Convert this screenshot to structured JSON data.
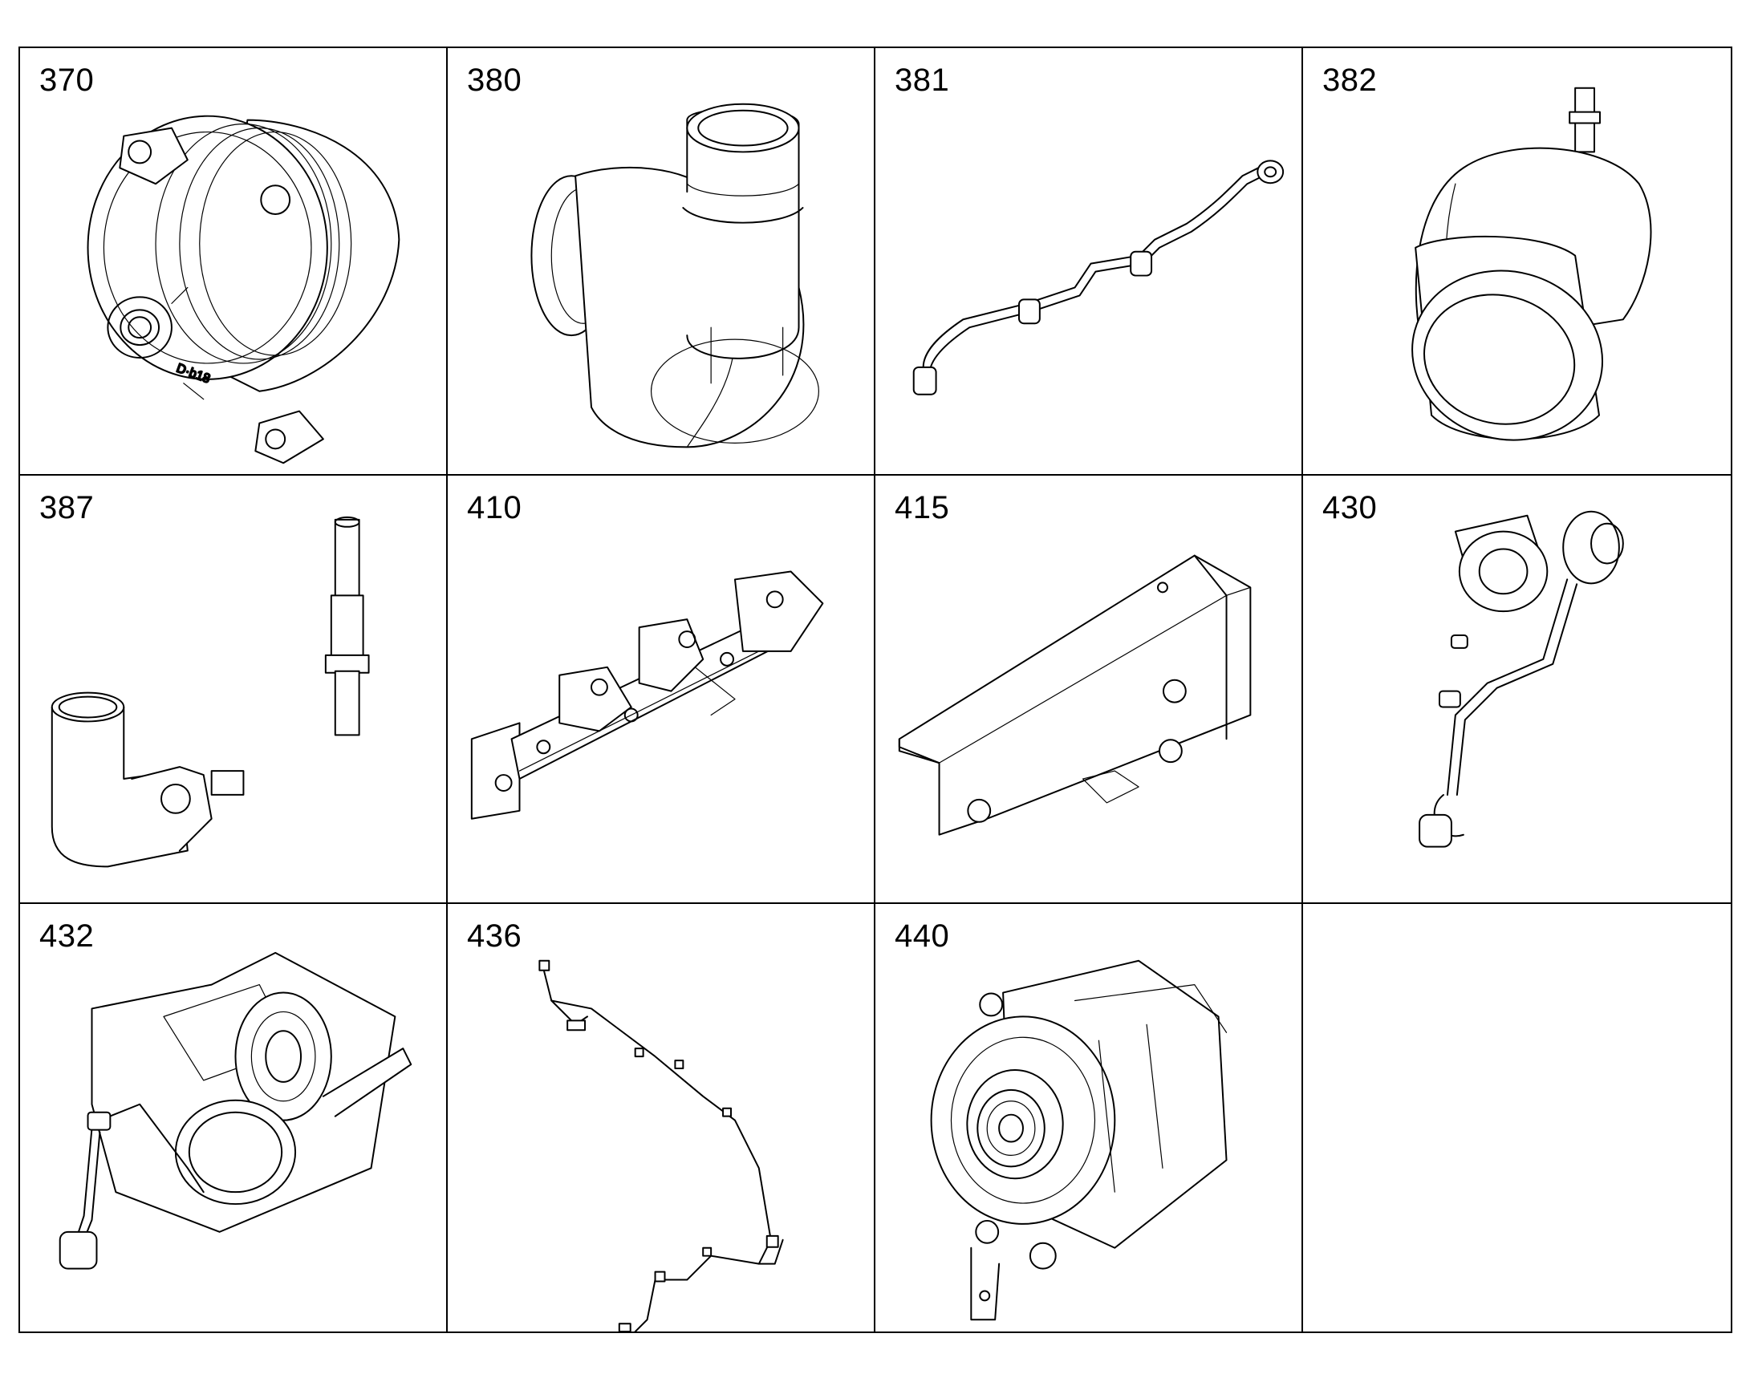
{
  "parts": [
    {
      "number": "370",
      "icon": "water-pump-icon"
    },
    {
      "number": "380",
      "icon": "turbo-outlet-elbow-icon"
    },
    {
      "number": "381",
      "icon": "nozzle-pipe-icon"
    },
    {
      "number": "382",
      "icon": "pipe-elbow-icon"
    },
    {
      "number": "387",
      "icon": "elbow-and-sleeve-icon"
    },
    {
      "number": "410",
      "icon": "exhaust-manifold-icon"
    },
    {
      "number": "415",
      "icon": "heat-shield-icon"
    },
    {
      "number": "430",
      "icon": "turbocharger-icon"
    },
    {
      "number": "432",
      "icon": "turbocharger-assembly-icon"
    },
    {
      "number": "436",
      "icon": "wiring-harness-icon"
    },
    {
      "number": "440",
      "icon": "alternator-icon"
    }
  ],
  "colors": {
    "line": "#000000",
    "background": "#ffffff"
  }
}
